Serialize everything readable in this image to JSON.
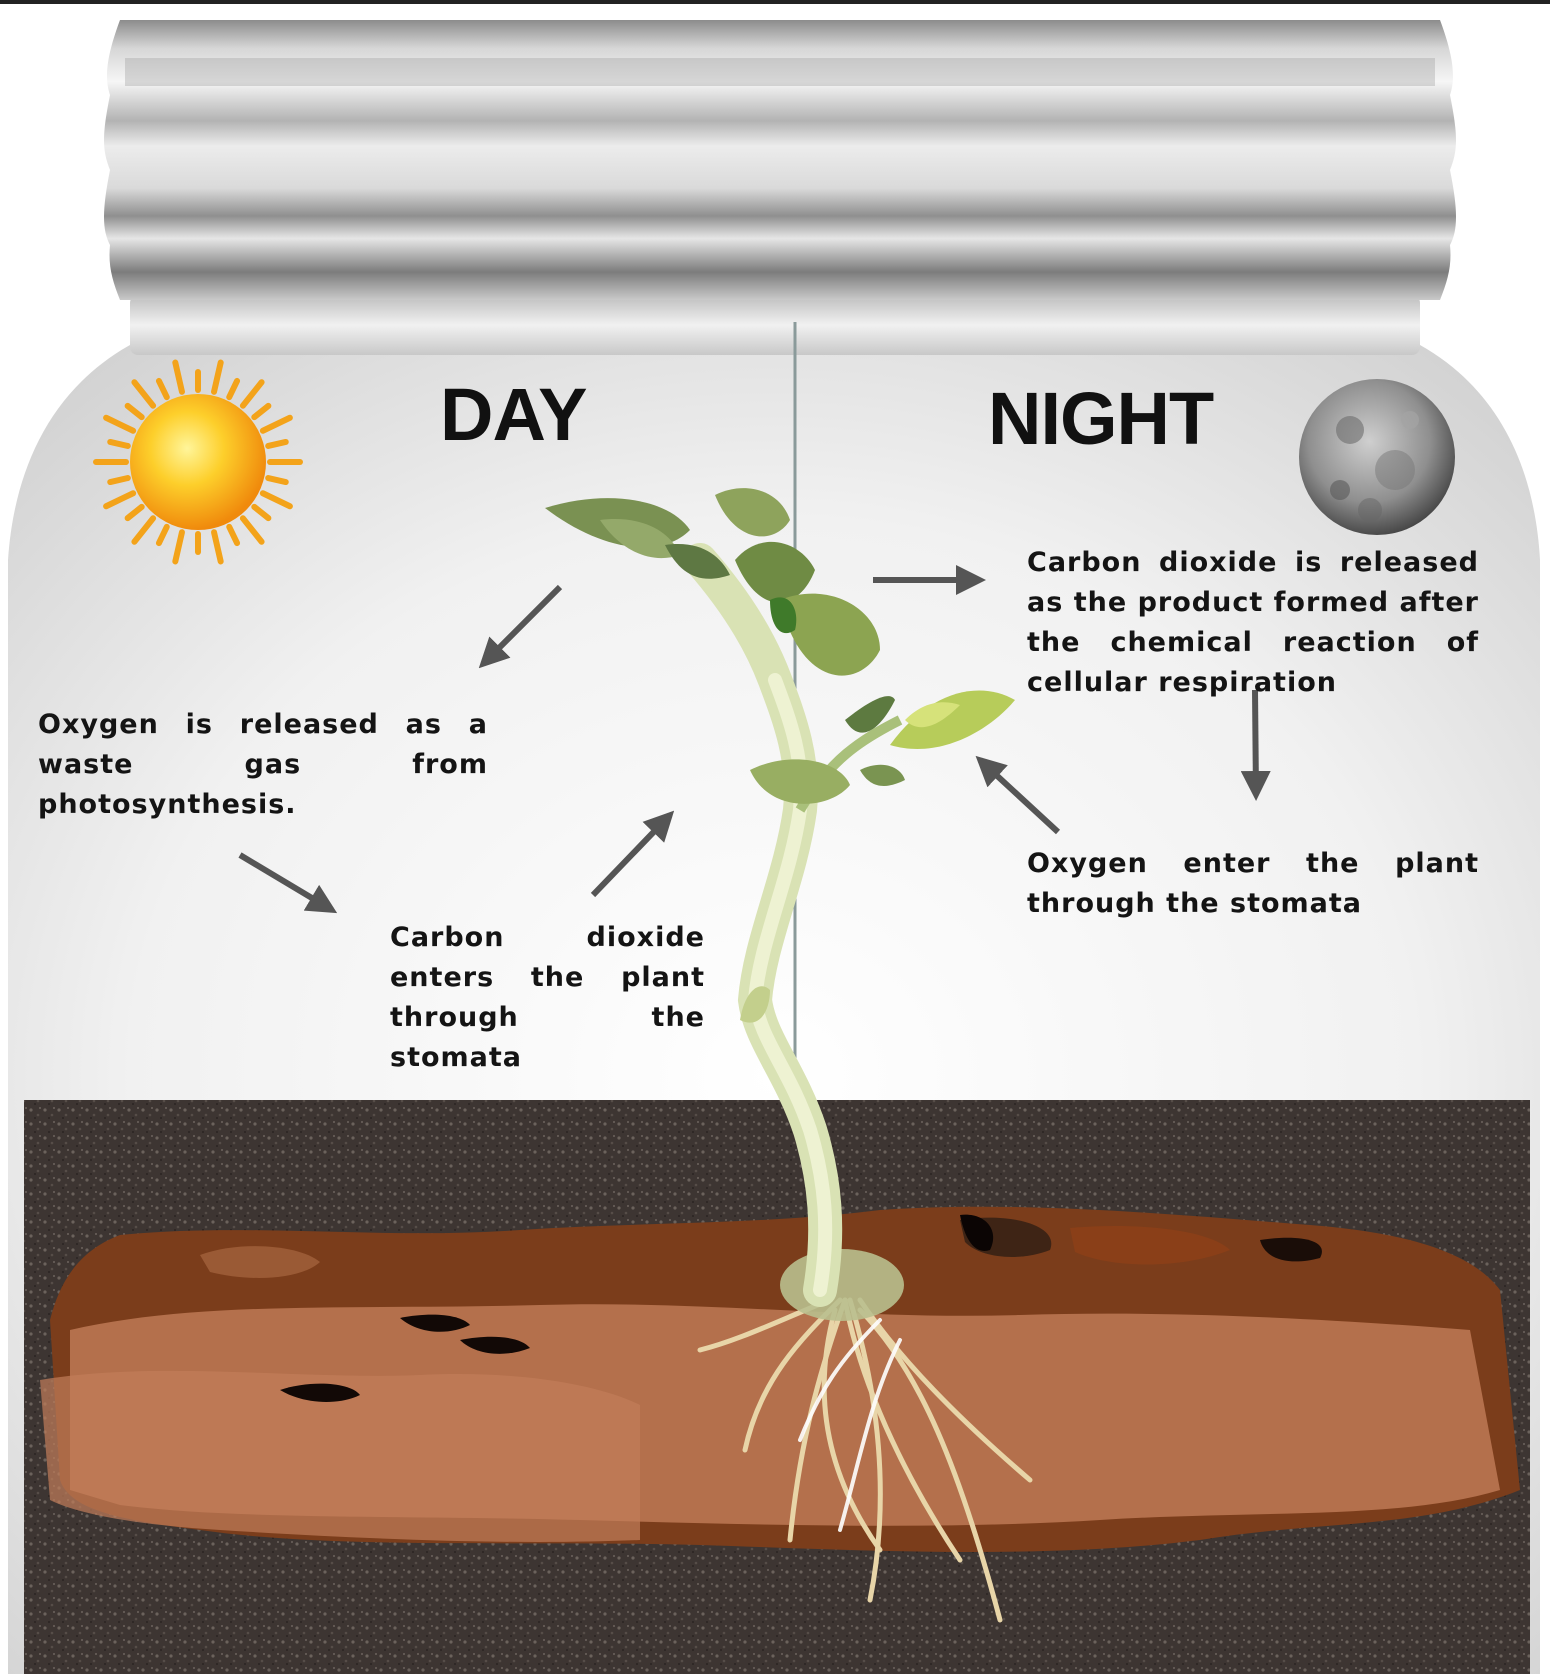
{
  "headings": {
    "day": "DAY",
    "night": "NIGHT"
  },
  "captions": {
    "oxygen_released_day": "Oxygen is released as a waste gas from photosynthesis.",
    "co2_enters_day": "Carbon dioxide enters the plant through the stomata",
    "co2_released_night": "Carbon dioxide is released as the product formed after the chemical reaction of cellular respiration",
    "oxygen_enters_night": "Oxygen enter the plant through the stomata"
  },
  "colors": {
    "arrow": "#555555",
    "soil_dark": "#3b3330",
    "soil_brown": "#7a3f1e",
    "soil_light": "#b9714d",
    "leaf_green": "#7e9a4c",
    "sun": "#f4a81a",
    "moon": "#8a8a8a"
  },
  "icons": [
    "sun-icon",
    "moon-icon",
    "plant-illustration",
    "jar-lid"
  ]
}
